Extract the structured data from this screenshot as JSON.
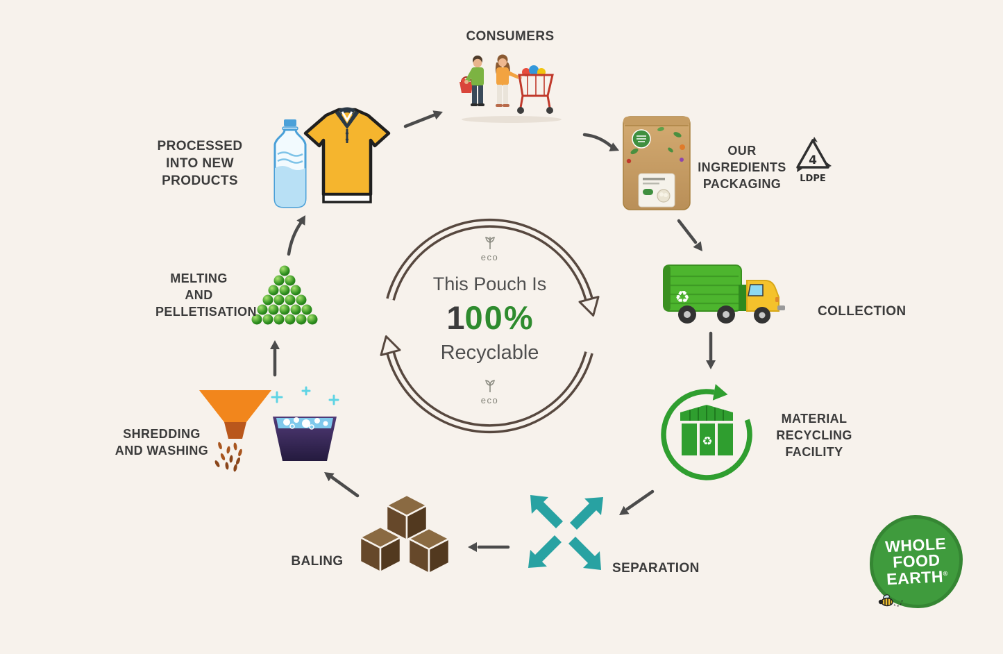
{
  "title": "This Pouch Is 100% Recyclable - packaging recycling cycle",
  "center": {
    "eco": "eco",
    "line1": "This Pouch Is",
    "percent_1": "1",
    "percent_00": "00",
    "percent_sign": "%",
    "line3": "Recyclable"
  },
  "steps": {
    "consumers": {
      "label": "CONSUMERS"
    },
    "packaging": {
      "label_line1": "OUR INGREDIENTS",
      "label_line2": "PACKAGING",
      "ldpe_number": "4",
      "ldpe_code": "LDPE"
    },
    "collection": {
      "label": "COLLECTION"
    },
    "mrf": {
      "label_line1": "MATERIAL",
      "label_line2": "RECYCLING",
      "label_line3": "FACILITY"
    },
    "separation": {
      "label": "SEPARATION"
    },
    "baling": {
      "label": "BALING"
    },
    "shredding": {
      "label_line1": "SHREDDING",
      "label_line2": "AND WASHING"
    },
    "melting": {
      "label_line1": "MELTING",
      "label_line2": "AND",
      "label_line3": "PELLETISATION"
    },
    "processed": {
      "label_line1": "PROCESSED",
      "label_line2": "INTO NEW PRODUCTS"
    }
  },
  "icons": {
    "recycle_symbol": "♻"
  },
  "logo": {
    "line1": "WHOLE",
    "line2": "FOOD",
    "line3": "EARTH",
    "registered": "®"
  },
  "colors": {
    "background": "#f7f2ec",
    "cycle_arrow_brown": "#57483f",
    "accent_green": "#2f9e2f",
    "separation_teal": "#28a2a2",
    "label_text": "#3b3b3b",
    "logo_green": "#3f9b3d"
  }
}
